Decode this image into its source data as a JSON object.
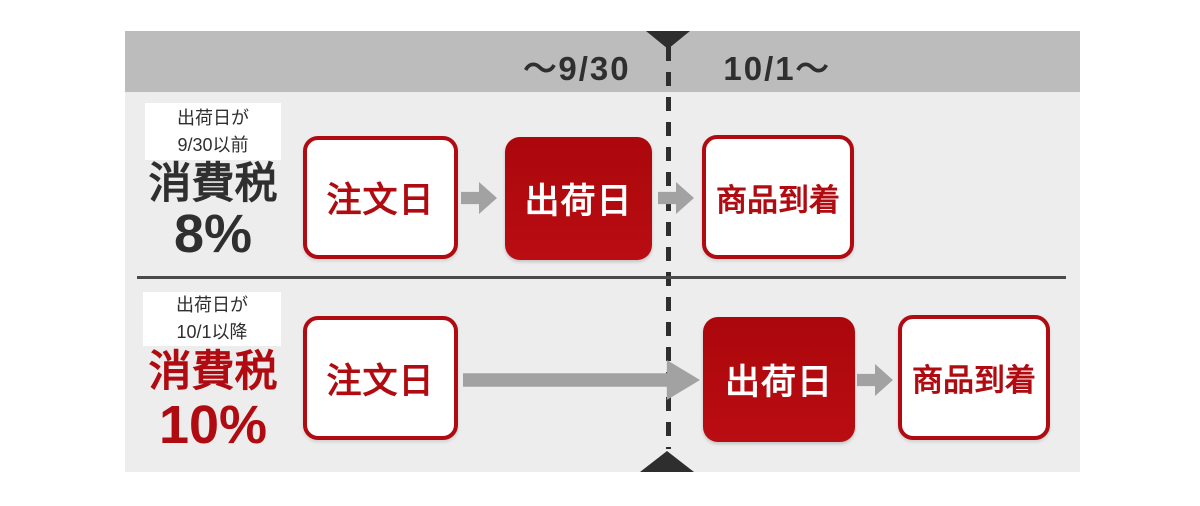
{
  "timeline": {
    "before_period": "～9/30",
    "after_period": "10/1～"
  },
  "rows": [
    {
      "condition": [
        "出荷日が",
        "9/30以前"
      ],
      "tax_label": "消費税",
      "tax_rate": "8%",
      "steps": {
        "order": "注文日",
        "ship": "出荷日",
        "arrive": "商品到着"
      }
    },
    {
      "condition": [
        "出荷日が",
        "10/1以降"
      ],
      "tax_label": "消費税",
      "tax_rate": "10%",
      "steps": {
        "order": "注文日",
        "ship": "出荷日",
        "arrive": "商品到着"
      }
    }
  ],
  "colors": {
    "accent_red": "#b00b10",
    "header_band": "#bcbcbc",
    "panel_bg": "#ededed",
    "text_dark": "#2f2f2f",
    "arrow_gray": "#a2a2a2",
    "divider_dark": "#2e2e2e"
  }
}
